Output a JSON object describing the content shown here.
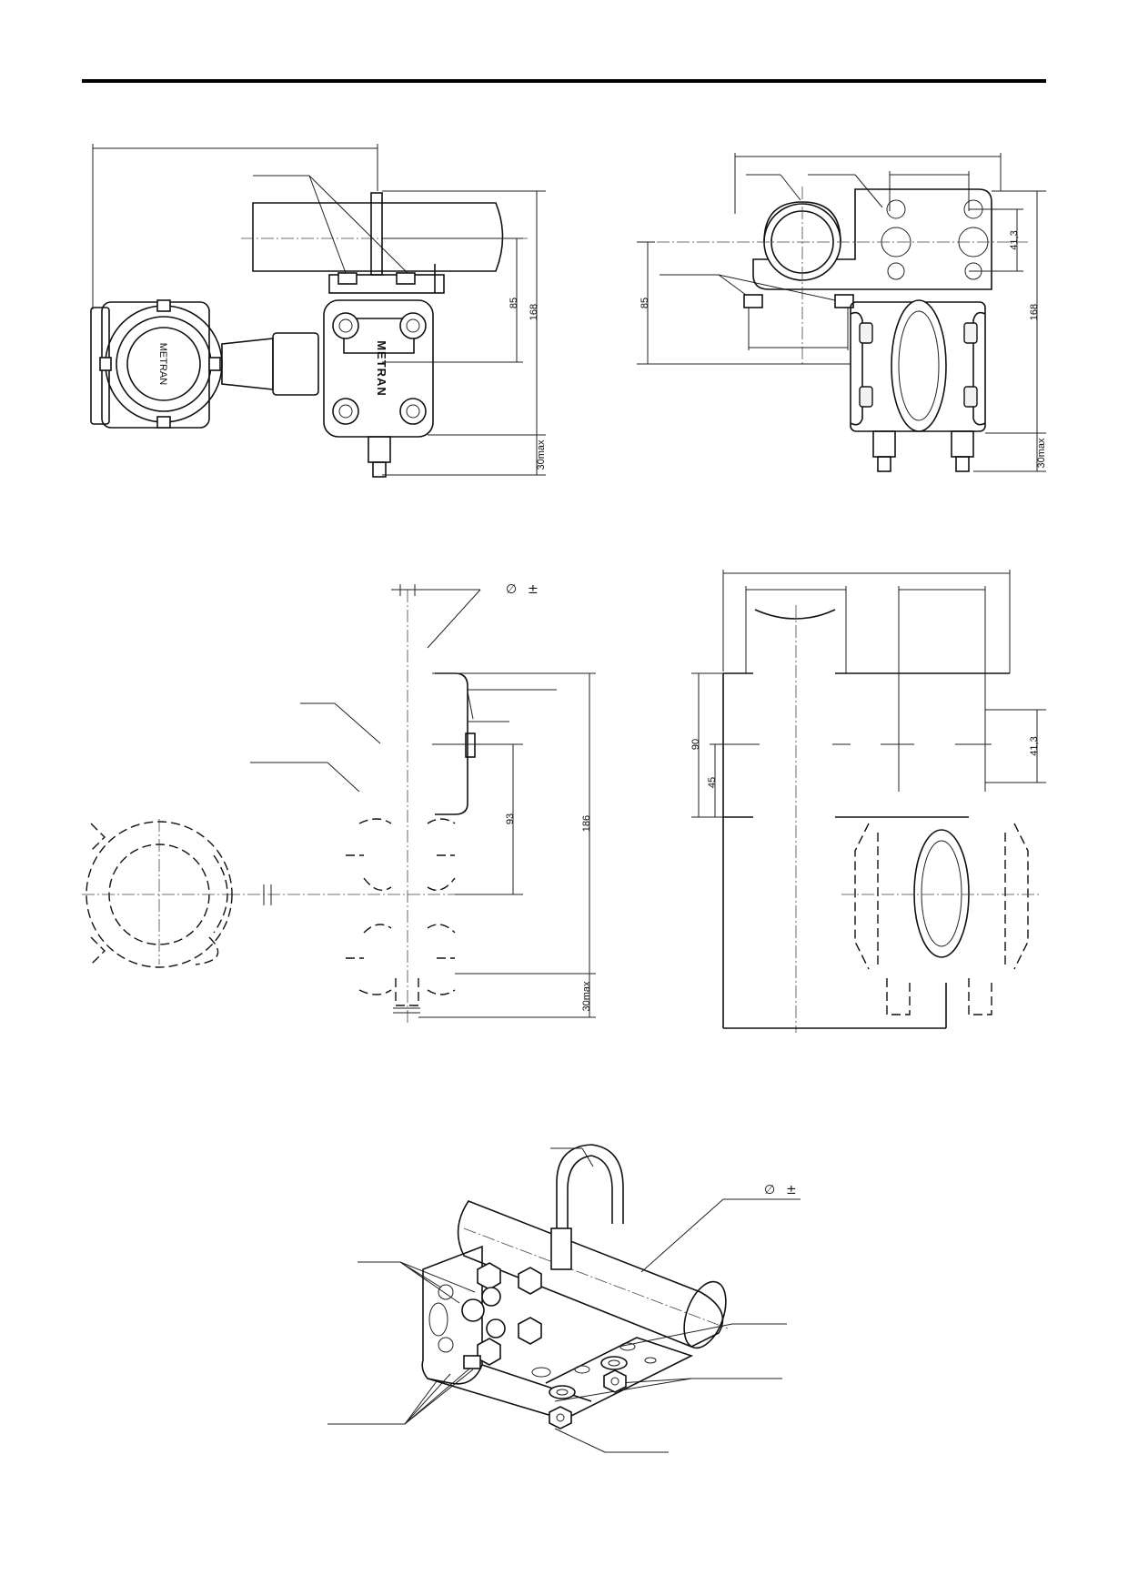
{
  "dimensions": {
    "d85": "85",
    "d168": "168",
    "d30max": "30max",
    "d41_3": "41,3",
    "d93": "93",
    "d186": "186",
    "d90": "90",
    "d45": "45"
  },
  "symbols": {
    "diameter": "∅",
    "plusminus": "±"
  },
  "brand": {
    "name": "METRAN"
  }
}
